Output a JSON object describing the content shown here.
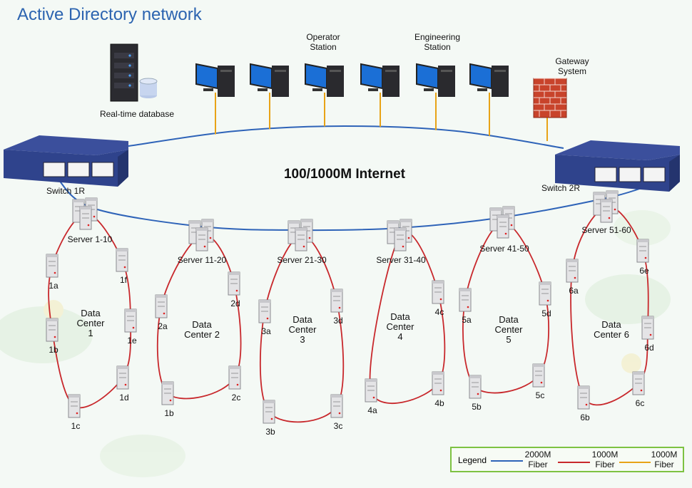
{
  "title": "Active Directory network",
  "network_label": "100/1000M Internet",
  "colors": {
    "fiber_2000": "#2e63b8",
    "fiber_1000_red": "#c8282c",
    "fiber_1000_orange": "#e8a317",
    "legend_border": "#7dc242",
    "title": "#2c64b0"
  },
  "top": {
    "database_label": "Real-time database",
    "operator_label": [
      "Operator",
      "Station"
    ],
    "engineering_label": [
      "Engineering",
      "Station"
    ],
    "gateway_label": [
      "Gateway",
      "System"
    ],
    "switch1": "Switch 1R",
    "switch2": "Switch 2R"
  },
  "data_centers": [
    {
      "name": [
        "Data",
        "Center",
        "1"
      ],
      "cluster": "Server 1-10",
      "nodes": [
        "1f",
        "1e",
        "1d",
        "1c",
        "1b",
        "1a"
      ]
    },
    {
      "name": [
        "Data",
        "Center 2"
      ],
      "cluster": "Server 11-20",
      "nodes": [
        "2d",
        "2c",
        "1b",
        "2a"
      ]
    },
    {
      "name": [
        "Data",
        "Center",
        "3"
      ],
      "cluster": "Server 21-30",
      "nodes": [
        "3d",
        "3c",
        "3b",
        "3a"
      ]
    },
    {
      "name": [
        "Data",
        "Center",
        "4"
      ],
      "cluster": "Server 31-40",
      "nodes": [
        "4c",
        "4b",
        "4a"
      ]
    },
    {
      "name": [
        "Data",
        "Center",
        "5"
      ],
      "cluster": "Server 41-50",
      "nodes": [
        "5d",
        "5c",
        "5b",
        "5a"
      ]
    },
    {
      "name": [
        "Data",
        "Center 6"
      ],
      "cluster": "Server 51-60",
      "nodes": [
        "6e",
        "6d",
        "6c",
        "6b",
        "6a"
      ]
    }
  ],
  "legend": {
    "title": "Legend",
    "items": [
      {
        "label": [
          "2000M",
          "Fiber"
        ],
        "color": "#2e63b8"
      },
      {
        "label": [
          "1000M",
          "Fiber"
        ],
        "color": "#c8282c"
      },
      {
        "label": [
          "1000M",
          "Fiber"
        ],
        "color": "#e8a317"
      }
    ]
  }
}
